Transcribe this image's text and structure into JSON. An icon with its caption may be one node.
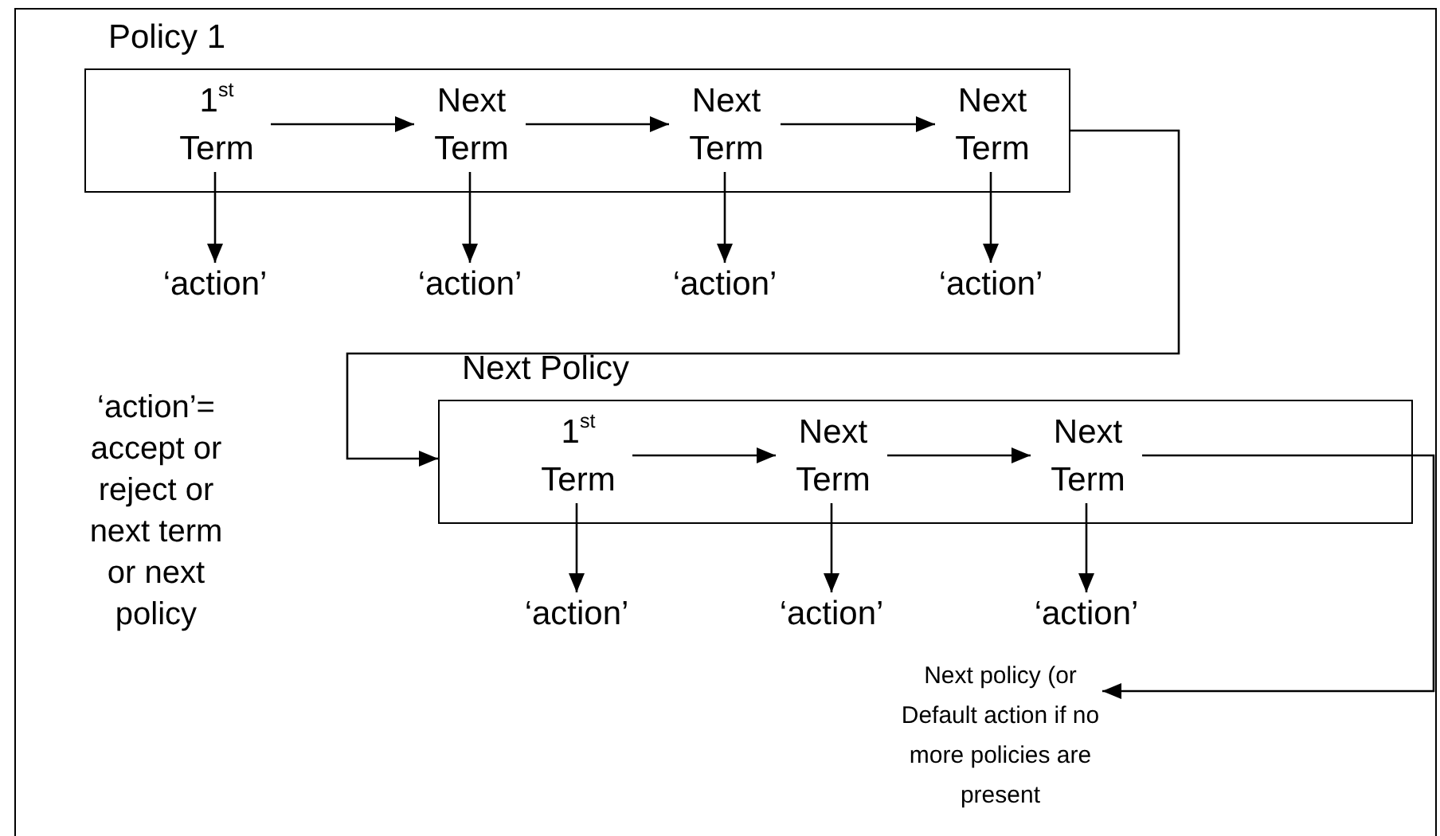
{
  "diagram": {
    "nodes": [
      {
        "text": [
          "Policy 1"
        ]
      },
      {
        "text": [
          "1$^{st}$ Term"
        ],
        "in": 0
      },
      {
        "text": [
          "Next Term"
        ],
        "in": 0
      },
      {
        "text": [
          "Next Term"
        ],
        "in": 0
      },
      {
        "text": [
          "Next Term"
        ],
        "in": 0
      },
      {
        "text": [
          "‘action’"
        ]
      },
      {
        "text": [
          "‘action’"
        ]
      },
      {
        "text": [
          "‘action’"
        ]
      },
      {
        "text": [
          "‘action’"
        ]
      },
      {
        "text": [
          "Next Policy"
        ]
      },
      {
        "text": [
          "1$^{st}$ Term"
        ],
        "in": 9
      },
      {
        "text": [
          "Next Term"
        ],
        "in": 9
      },
      {
        "text": [
          "Next Term"
        ],
        "in": 9
      },
      {
        "text": [
          "‘action’"
        ]
      },
      {
        "text": [
          "‘action’"
        ]
      },
      {
        "text": [
          "‘action’"
        ]
      },
      {
        "text": [
          "Next policy (or Default action if no more policies are present"
        ]
      }
    ],
    "edges": [
      {
        "from": 1,
        "to": 2,
        "arrow": "to"
      },
      {
        "from": 2,
        "to": 3,
        "arrow": "to"
      },
      {
        "from": 3,
        "to": 4,
        "arrow": "to"
      },
      {
        "from": 1,
        "to": 5,
        "arrow": "to"
      },
      {
        "from": 2,
        "to": 6,
        "arrow": "to"
      },
      {
        "from": 3,
        "to": 7,
        "arrow": "to"
      },
      {
        "from": 4,
        "to": 8,
        "arrow": "to"
      },
      {
        "from": 0,
        "to": 9,
        "arrow": "to"
      },
      {
        "from": 10,
        "to": 11,
        "arrow": "to"
      },
      {
        "from": 11,
        "to": 12,
        "arrow": "to"
      },
      {
        "from": 10,
        "to": 13,
        "arrow": "to"
      },
      {
        "from": 11,
        "to": 14,
        "arrow": "to"
      },
      {
        "from": 12,
        "to": 15,
        "arrow": "to"
      },
      {
        "from": 12,
        "to": 16,
        "arrow": "to"
      }
    ],
    "labels": [
      "‘action’= accept or reject or next term or next policy"
    ]
  }
}
